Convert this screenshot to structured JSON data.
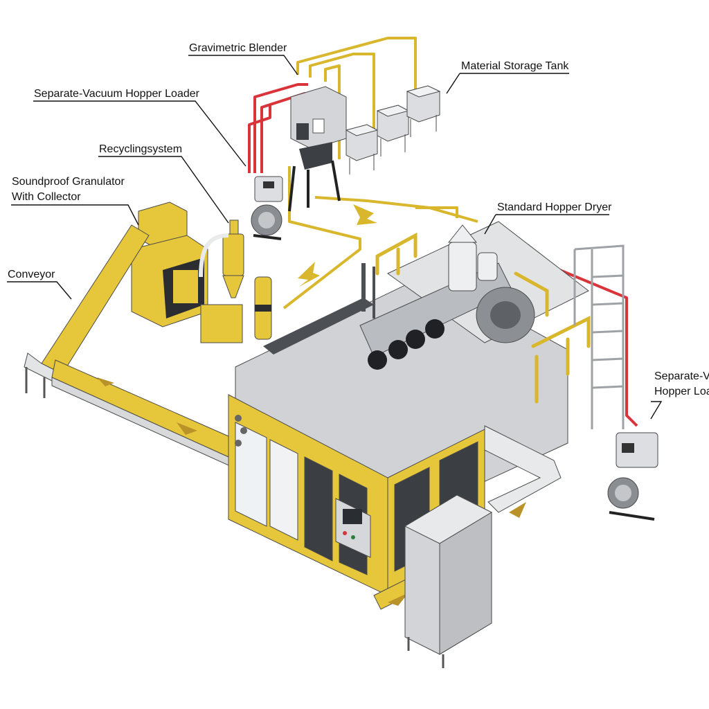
{
  "labels": {
    "gravimetric_blender": "Gravimetric Blender",
    "material_storage_tank": "Material Storage Tank",
    "separate_vacuum_hopper_loader": "Separate-Vacuum Hopper Loader",
    "recycling_system": "Recyclingsystem",
    "granulator_line1": "Soundproof Granulator",
    "granulator_line2": "With Collector",
    "conveyor": "Conveyor",
    "standard_hopper_dryer": "Standard Hopper Dryer",
    "right_loader_line1": "Separate-Va",
    "right_loader_line2": "Hopper Loa"
  },
  "colors": {
    "machine_yellow": "#e6c63a",
    "machine_gray": "#c9cbcd",
    "pipe_yellow": "#d9b72c",
    "pipe_red": "#d8343a",
    "steel_dark": "#3c3f44"
  },
  "icons": {
    "flow_arrow": "arrow-icon"
  }
}
